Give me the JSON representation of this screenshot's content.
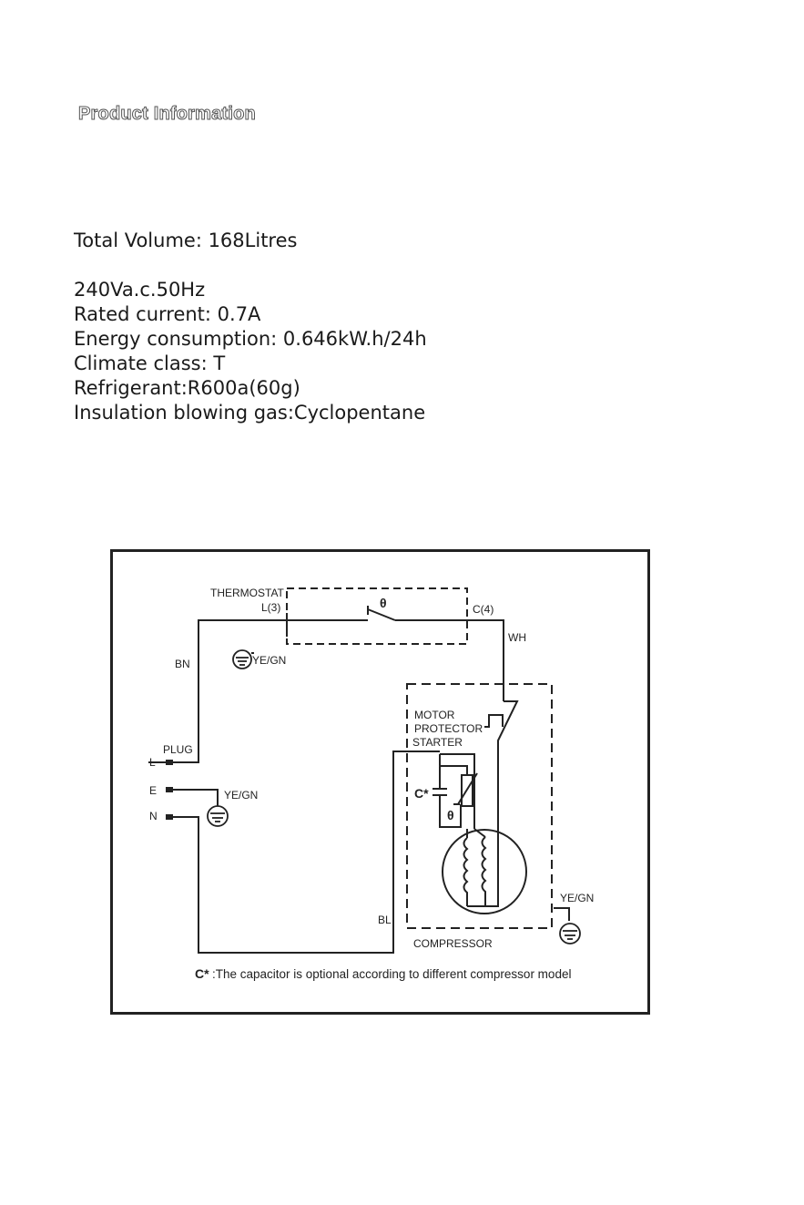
{
  "heading": "Product Information",
  "specs": {
    "total_volume": "Total Volume: 168Litres",
    "voltage": "240Va.c.50Hz",
    "rated_current": "Rated current: 0.7A",
    "energy": "Energy consumption: 0.646kW.h/24h",
    "climate": "Climate class: T",
    "refrigerant": "Refrigerant:R600a(60g)",
    "insulation": "Insulation blowing gas:Cyclopentane"
  },
  "diagram": {
    "thermostat": "THERMOSTAT",
    "l3": "L(3)",
    "theta": "θ",
    "c4": "C(4)",
    "wh": "WH",
    "bn": "BN",
    "yegn": "YE/GN",
    "motor": "MOTOR",
    "protector": "PROTECTOR",
    "starter": "STARTER",
    "plug": "PLUG",
    "l": "L",
    "e": "E",
    "n": "N",
    "c_star": "C*",
    "bl": "BL",
    "compressor": "COMPRESSOR",
    "note_prefix": "C*",
    "note_text": ":The capacitor is optional according to different compressor model"
  }
}
